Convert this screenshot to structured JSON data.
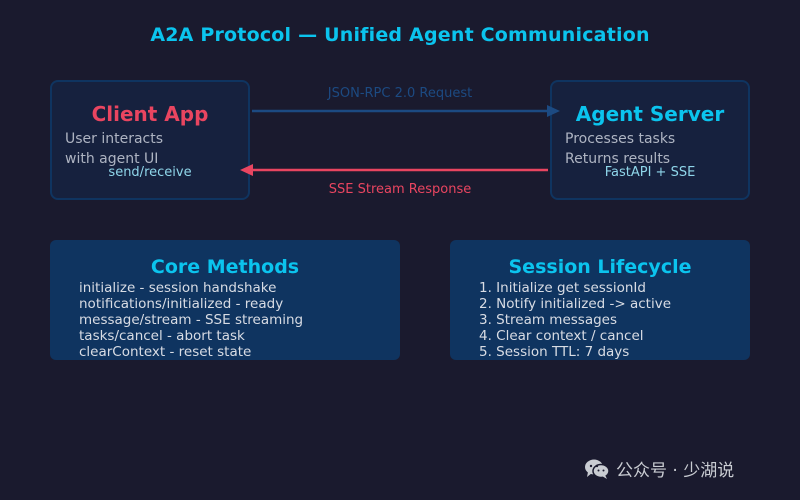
{
  "title": "A2A Protocol — Unified Agent Communication",
  "client": {
    "title": "Client App",
    "lines": [
      "User interacts",
      "with agent UI"
    ],
    "sub": "send/receive"
  },
  "server": {
    "title": "Agent Server",
    "lines": [
      "Processes tasks",
      "Returns results"
    ],
    "sub": "FastAPI + SSE"
  },
  "request_label": "JSON-RPC 2.0 Request",
  "response_label": "SSE Stream Response",
  "core_methods": {
    "title": "Core Methods",
    "items": [
      "initialize - session handshake",
      "notifications/initialized - ready",
      "message/stream - SSE streaming",
      "tasks/cancel - abort task",
      "clearContext - reset state"
    ]
  },
  "session_lifecycle": {
    "title": "Session Lifecycle",
    "items": [
      "1. Initialize get sessionId",
      "2. Notify initialized -> active",
      "3. Stream messages",
      "4. Clear context / cancel",
      "5. Session TTL: 7 days"
    ]
  },
  "watermark": "公众号 · 少湖说",
  "colors": {
    "background": "#1a1a2e",
    "accent_cyan": "#0bc4ee",
    "accent_red": "#e94560",
    "box_fill": "#16213e",
    "box_border": "#0f3460"
  }
}
